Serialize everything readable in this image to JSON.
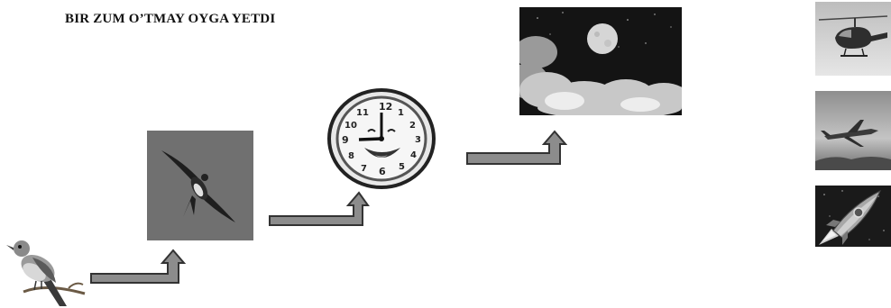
{
  "title": "BIR ZUM O’TMAY OYGA YETDI",
  "images": {
    "small_bird": "small-bird-illustration",
    "swallow": "swallow-photo",
    "clock": "smiling-clock-illustration",
    "moon": "full-moon-night-sky-photo",
    "helicopter": "helicopter-photo",
    "jet": "fighter-jet-photo",
    "rocket": "rocket-illustration"
  },
  "clock_numbers": [
    "12",
    "1",
    "2",
    "3",
    "4",
    "5",
    "6",
    "7",
    "8",
    "9",
    "10",
    "11"
  ],
  "colors": {
    "arrow_fill": "#8c8c8c",
    "arrow_stroke": "#333333",
    "swallow_bg": "#6f6f6f"
  }
}
